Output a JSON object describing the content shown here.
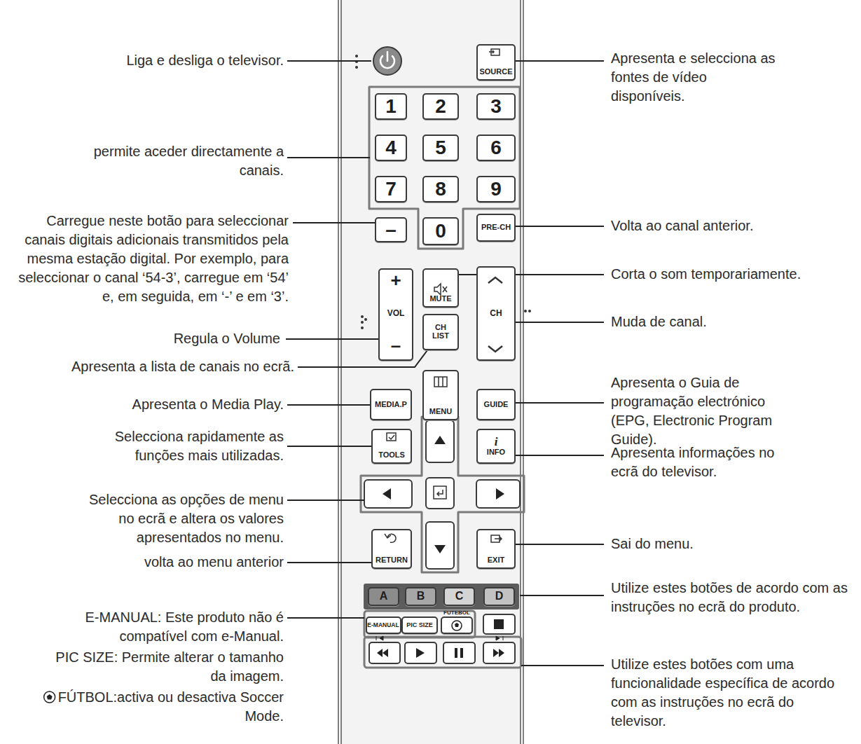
{
  "diagram": {
    "nodes": [
      {
        "text": [
          "SOURCE"
        ]
      },
      {
        "text": [
          "1"
        ]
      },
      {
        "text": [
          "2"
        ]
      },
      {
        "text": [
          "3"
        ]
      },
      {
        "text": [
          "4"
        ]
      },
      {
        "text": [
          "5"
        ]
      },
      {
        "text": [
          "6"
        ]
      },
      {
        "text": [
          "7"
        ]
      },
      {
        "text": [
          "8"
        ]
      },
      {
        "text": [
          "9"
        ]
      },
      {
        "text": [
          "–"
        ]
      },
      {
        "text": [
          "0"
        ]
      },
      {
        "text": [
          "PRE-CH"
        ]
      },
      {
        "text": [
          "+",
          "VOL",
          "–"
        ]
      },
      {
        "text": [
          "MUTE"
        ]
      },
      {
        "text": [
          "CH"
        ]
      },
      {
        "text": [
          "CH LIST"
        ]
      },
      {
        "text": [
          "MEDIA.P"
        ]
      },
      {
        "text": [
          "MENU"
        ]
      },
      {
        "text": [
          "GUIDE"
        ]
      },
      {
        "text": [
          "TOOLS"
        ]
      },
      {
        "text": [
          "i",
          "INFO"
        ]
      },
      {
        "text": [
          "RETURN"
        ]
      },
      {
        "text": [
          "EXIT"
        ]
      },
      {
        "text": [
          "A"
        ]
      },
      {
        "text": [
          "B"
        ]
      },
      {
        "text": [
          "C"
        ]
      },
      {
        "text": [
          "D"
        ]
      },
      {
        "text": [
          "E-MANUAL"
        ]
      },
      {
        "text": [
          "PIC SIZE"
        ]
      },
      {
        "text": [
          "FUTEBOL"
        ]
      }
    ],
    "labels": [
      "Liga e desliga o televisor.",
      "Apresenta e selecciona as fontes de vídeo disponíveis.",
      "permite aceder directamente a canais.",
      "Carregue neste botão para seleccionar canais digitais adicionais transmitidos pela mesma estação digital. Por exemplo, para seleccionar o canal ‘54-3’, carregue em ‘54’ e, em seguida, em ‘-’ e em ‘3’.",
      "Volta ao canal anterior.",
      "Corta o som temporariamente.",
      "Regula o Volume",
      "Muda de canal.",
      "Apresenta a lista de canais no ecrã.",
      "Apresenta o Media Play.",
      "Apresenta o Guia de programação electrónico (EPG, Electronic Program Guide).",
      "Selecciona rapidamente as funções mais utilizadas.",
      "Apresenta informações no ecrã do televisor.",
      "Selecciona as opções de menu no ecrã e altera os valores apresentados no menu.",
      "Sai do menu.",
      "volta ao menu anterior",
      "Utilize estes botões de acordo com as instruções no ecrã do produto.",
      "E-MANUAL: Este produto não é compatível com e-Manual.",
      "PIC SIZE: Permite alterar o tamanho da imagem.",
      "FÚTBOL:activa ou desactiva Soccer Mode.",
      "Utilize estes botões com uma funcionalidade específica de acordo com as instruções no ecrã do televisor."
    ]
  }
}
